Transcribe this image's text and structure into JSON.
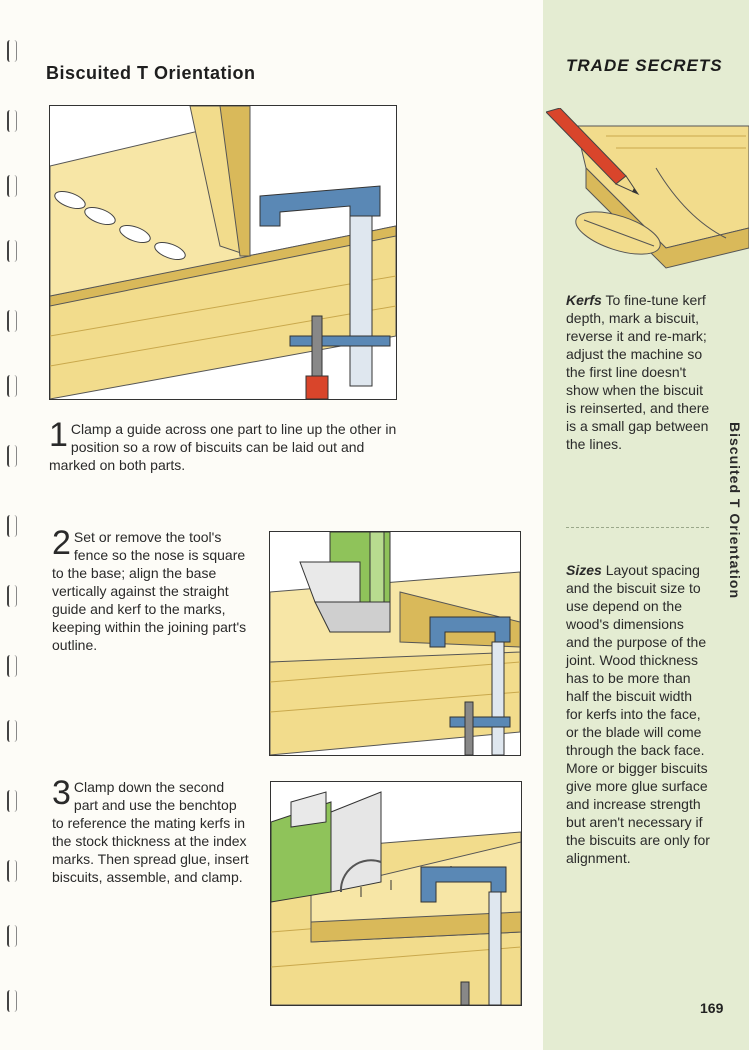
{
  "page_title": "Biscuited T Orientation",
  "steps": [
    {
      "number": "1",
      "text": "Clamp a guide across one part to line up the other in position so a row of biscuits can be laid out and marked on both parts."
    },
    {
      "number": "2",
      "text": "Set or remove the tool's fence so the nose is square to the base; align the base vertically against the straight guide and kerf to the marks, keeping within the joining part's outline."
    },
    {
      "number": "3",
      "text": "Clamp down the second part and use the benchtop to reference the mating kerfs in the stock thickness at the index marks. Then spread glue, insert biscuits, assemble, and clamp."
    }
  ],
  "sidebar": {
    "title": "TRADE SECRETS",
    "vertical_title": "Biscuited T Orientation",
    "tips": [
      {
        "heading": "Kerfs",
        "text": "To fine-tune kerf depth, mark a biscuit, reverse it and re-mark; adjust the machine so the first line doesn't show when the biscuit is reinserted, and there is a small gap between the lines."
      },
      {
        "heading": "Sizes",
        "text": "Layout spacing and the biscuit size to use depend on the wood's dimensions and the purpose of the joint. Wood thickness has to be more than half the biscuit width for kerfs into the face, or the blade will come through the back face. More or bigger biscuits give more glue surface and increase strength but aren't necessary if the biscuits are only for alignment."
      }
    ]
  },
  "page_number": "169",
  "colors": {
    "sidebar_bg": "#e4ecd2",
    "wood": "#f2dc8c",
    "wood_dark": "#d9b95a",
    "clamp_blue": "#5a88b5",
    "tool_green": "#8fc35a",
    "pencil_red": "#d9452b"
  }
}
